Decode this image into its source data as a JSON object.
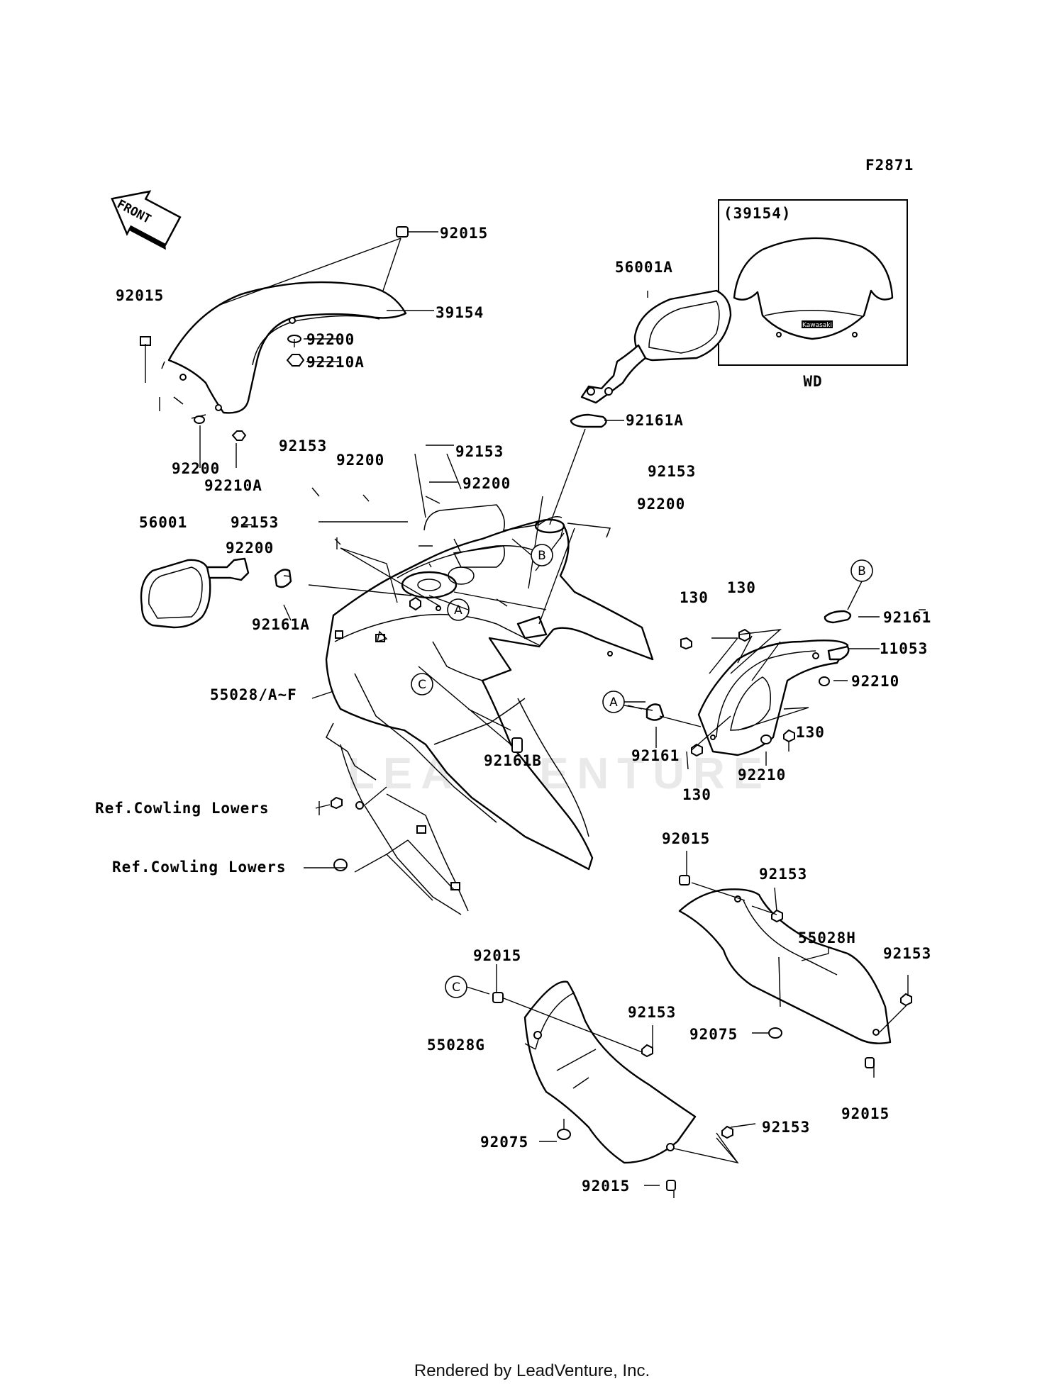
{
  "figure_id": "F2871",
  "front_arrow_label": "FRONT",
  "inset": {
    "title": "(39154)",
    "caption": "WD",
    "brand": "Kawasaki"
  },
  "watermark": "LEADVENTURE",
  "footer": "Rendered by LeadVenture, Inc.",
  "callouts": [
    "A",
    "B",
    "C"
  ],
  "labels": {
    "l01": "92015",
    "l02": "92015",
    "l03": "39154",
    "l04": "92200",
    "l05": "92210A",
    "l06": "92200",
    "l07": "92210A",
    "l08": "56001A",
    "l09": "92161A",
    "l10": "92153",
    "l11": "92200",
    "l12": "92153",
    "l13": "92200",
    "l14": "92153",
    "l15": "92200",
    "l16": "92153",
    "l17": "92200",
    "l18": "56001",
    "l19": "92161A",
    "l20": "55028/A~F",
    "l21": "92161B",
    "l22": "Ref.Cowling Lowers",
    "l23": "Ref.Cowling Lowers",
    "l24": "130",
    "l25": "130",
    "l26": "92161",
    "l27": "11053",
    "l28": "92210",
    "l29": "130",
    "l30": "92161",
    "l31": "92210",
    "l32": "130",
    "l33": "92015",
    "l34": "92153",
    "l35": "55028H",
    "l36": "92153",
    "l37": "92075",
    "l38": "92015",
    "l39": "92015",
    "l40": "92153",
    "l41": "55028G",
    "l42": "92075",
    "l43": "92153",
    "l44": "92015"
  }
}
